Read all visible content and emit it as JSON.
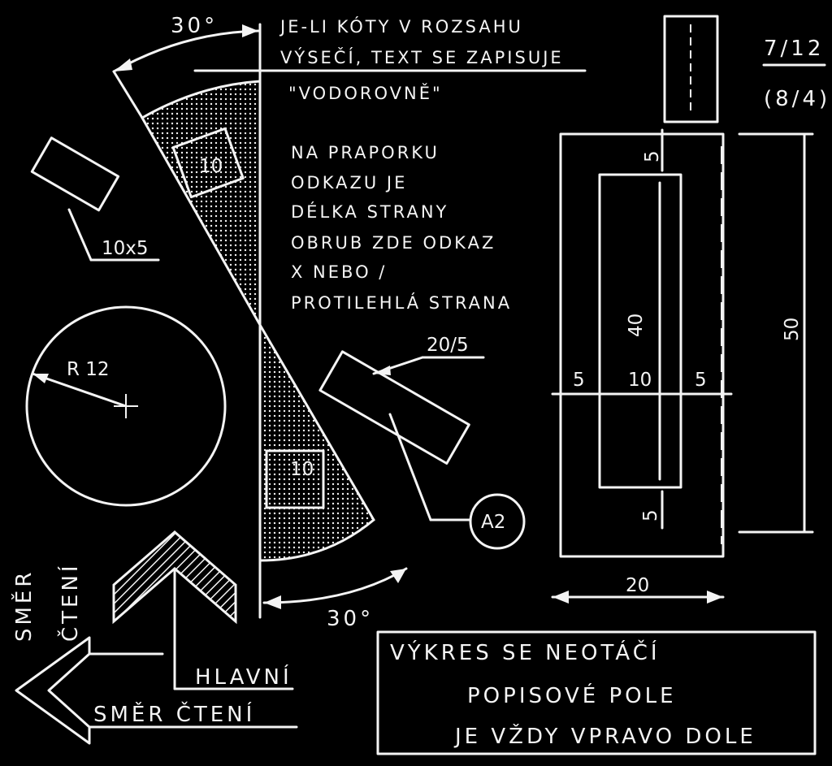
{
  "colors": {
    "background": "#000000",
    "ink": "#f4f4f4"
  },
  "notes": {
    "sector_note": [
      "JE-LI KÓTY V ROZSAHU",
      "VÝSEČÍ, TEXT SE ZAPISUJE",
      "\"VODOROVNĚ\""
    ],
    "flag_note": [
      "NA PRAPORKU",
      "ODKAZU JE",
      "DÉLKA STRANY",
      "OBRUB ZDE ODKAZ",
      "X NEBO /",
      "PROTILEHLÁ STRANA"
    ]
  },
  "dimensions": {
    "angle_top": "30°",
    "angle_bottom": "30°",
    "sector_top_len": "10",
    "sector_bottom_len": "10",
    "rect_flag": "10x5",
    "radius": "R 12",
    "slant_flag": "20/5",
    "callout": "A2",
    "right_ratio": "7/12",
    "right_ratio_alt": "(8/4)",
    "outer_top": "5",
    "outer_bottom": "5",
    "inner_height": "40",
    "outer_height": "50",
    "left_gap": "5",
    "inner_width": "10",
    "right_gap": "5",
    "total_width": "20"
  },
  "reading": {
    "direction_vertical_1": "SMĚR",
    "direction_vertical_2": "ČTENÍ",
    "main_label": "HLAVNÍ",
    "direction_horizontal": "SMĚR ČTENÍ"
  },
  "title_box": [
    "VÝKRES SE NEOTÁČÍ",
    "POPISOVÉ POLE",
    "JE VŽDY VPRAVO DOLE"
  ]
}
